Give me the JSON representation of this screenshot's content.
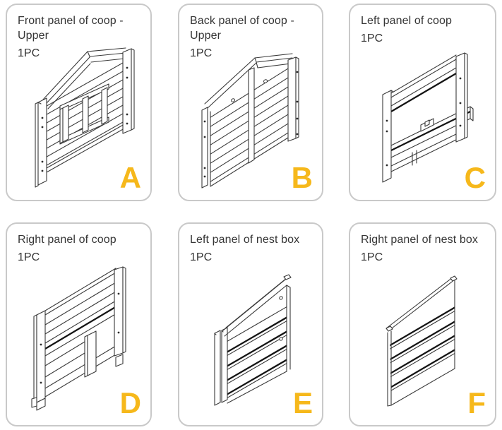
{
  "accent_color": "#F6B81B",
  "cards": [
    {
      "title": "Front panel of coop - Upper",
      "quantity": "1PC",
      "letter": "A",
      "illustration": "front-panel-coop-upper"
    },
    {
      "title": "Back panel of coop - Upper",
      "quantity": "1PC",
      "letter": "B",
      "illustration": "back-panel-coop-upper"
    },
    {
      "title": "Left panel of coop",
      "quantity": "1PC",
      "letter": "C",
      "illustration": "left-panel-coop"
    },
    {
      "title": "Right panel of coop",
      "quantity": "1PC",
      "letter": "D",
      "illustration": "right-panel-coop"
    },
    {
      "title": "Left panel of nest box",
      "quantity": "1PC",
      "letter": "E",
      "illustration": "left-panel-nest-box"
    },
    {
      "title": "Right panel of nest box",
      "quantity": "1PC",
      "letter": "F",
      "illustration": "right-panel-nest-box"
    }
  ]
}
